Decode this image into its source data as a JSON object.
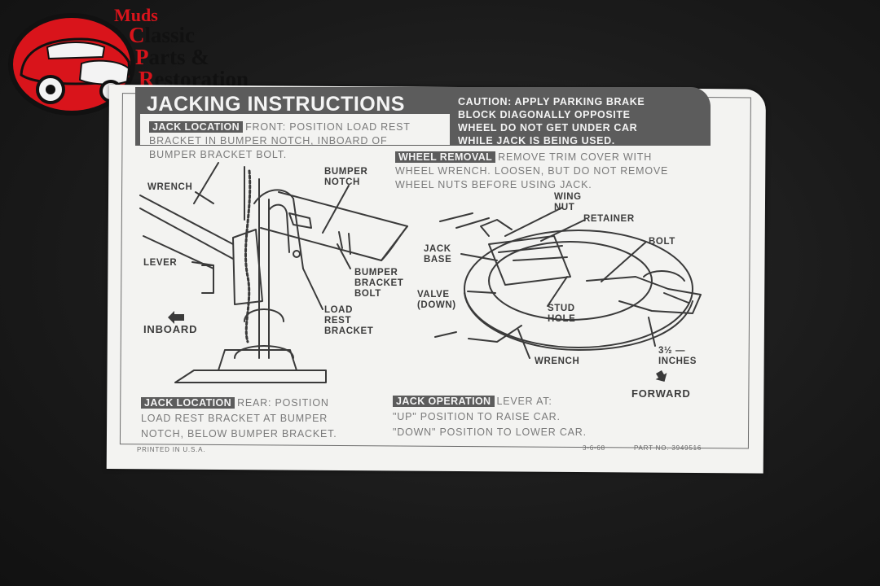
{
  "logo": {
    "line1": "Muds",
    "line2_cap": "C",
    "line2_rest": "lassic",
    "line3_cap": "P",
    "line3_rest": "arts &",
    "line4_cap": "R",
    "line4_rest": "estoration"
  },
  "decal": {
    "title": "JACKING INSTRUCTIONS",
    "caution": [
      "CAUTION: APPLY PARKING BRAKE",
      "BLOCK DIAGONALLY OPPOSITE",
      "WHEEL DO NOT GET UNDER CAR",
      "WHILE JACK IS BEING USED."
    ],
    "front_section": {
      "tag": "JACK LOCATION",
      "lines": [
        "FRONT: POSITION LOAD REST",
        "BRACKET IN BUMPER NOTCH, INBOARD OF",
        "BUMPER BRACKET BOLT."
      ]
    },
    "wheel_section": {
      "tag": "WHEEL REMOVAL",
      "lines": [
        "REMOVE TRIM COVER WITH",
        "WHEEL WRENCH. LOOSEN, BUT DO NOT REMOVE",
        "WHEEL NUTS BEFORE USING JACK."
      ]
    },
    "rear_section": {
      "tag": "JACK LOCATION",
      "lines": [
        "REAR: POSITION",
        "LOAD REST BRACKET AT BUMPER",
        "NOTCH, BELOW BUMPER BRACKET."
      ]
    },
    "operation_section": {
      "tag": "JACK OPERATION",
      "lines": [
        "LEVER AT:",
        "\"UP\" POSITION TO RAISE CAR.",
        "\"DOWN\" POSITION TO LOWER CAR."
      ]
    },
    "labels": {
      "wrench_left": "WRENCH",
      "bumper_notch": [
        "BUMPER",
        "NOTCH"
      ],
      "lever": "LEVER",
      "bumper_bracket_bolt": [
        "BUMPER",
        "BRACKET",
        "BOLT"
      ],
      "load_rest_bracket": [
        "LOAD",
        "REST",
        "BRACKET"
      ],
      "inboard": "INBOARD",
      "wing_nut": [
        "WING",
        "NUT"
      ],
      "retainer": "RETAINER",
      "bolt": "BOLT",
      "jack_base": [
        "JACK",
        "BASE"
      ],
      "valve_down": [
        "VALVE",
        "(DOWN)"
      ],
      "stud_hole": [
        "STUD",
        "HOLE"
      ],
      "wrench_right": "WRENCH",
      "inches": [
        "3½ —",
        "INCHES"
      ],
      "forward": "FORWARD"
    },
    "footer": {
      "printed": "PRINTED IN U.S.A.",
      "date": "3-6-68",
      "part_no": "PART NO. 3949516"
    }
  },
  "colors": {
    "logo_red": "#d9141b",
    "decal_bg": "#f3f3f1",
    "bar_gray": "#5c5c5c",
    "background": "#1b1b1b"
  }
}
